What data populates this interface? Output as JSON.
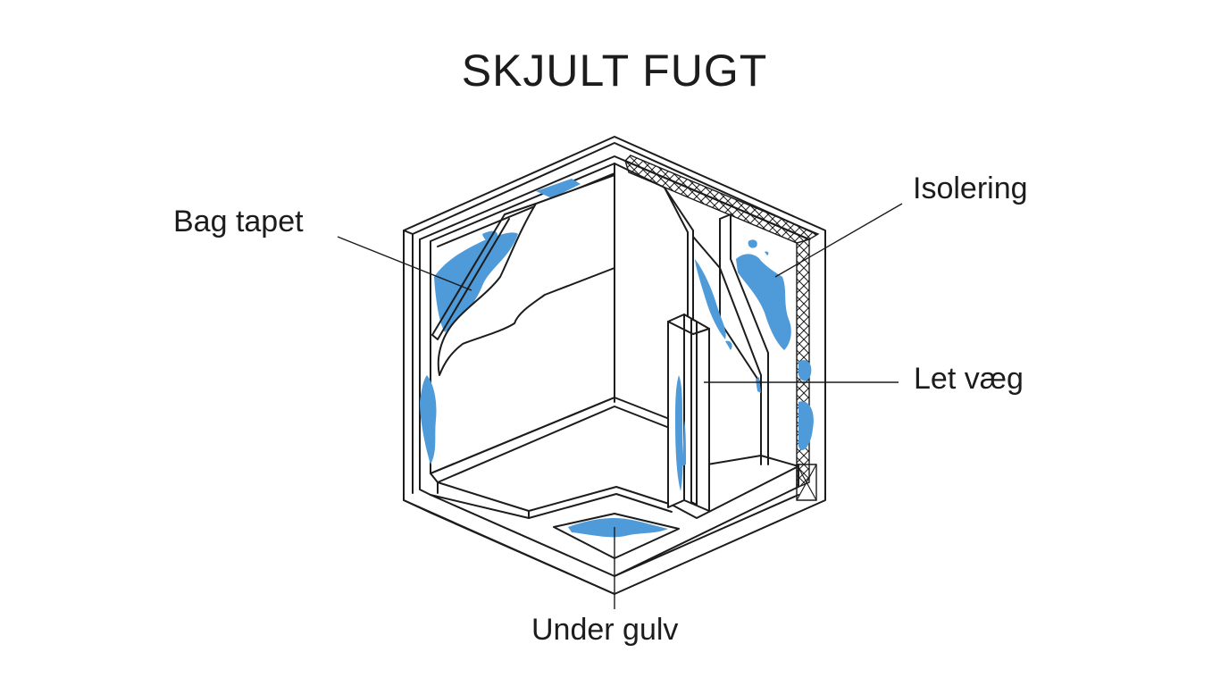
{
  "title": "SKJULT FUGT",
  "labels": {
    "bag_tapet": "Bag tapet",
    "isolering": "Isolering",
    "let_vaeg": "Let væg",
    "under_gulv": "Under gulv"
  },
  "colors": {
    "moisture": "#4f9ad8",
    "line": "#1c1c1c",
    "background": "#ffffff"
  }
}
